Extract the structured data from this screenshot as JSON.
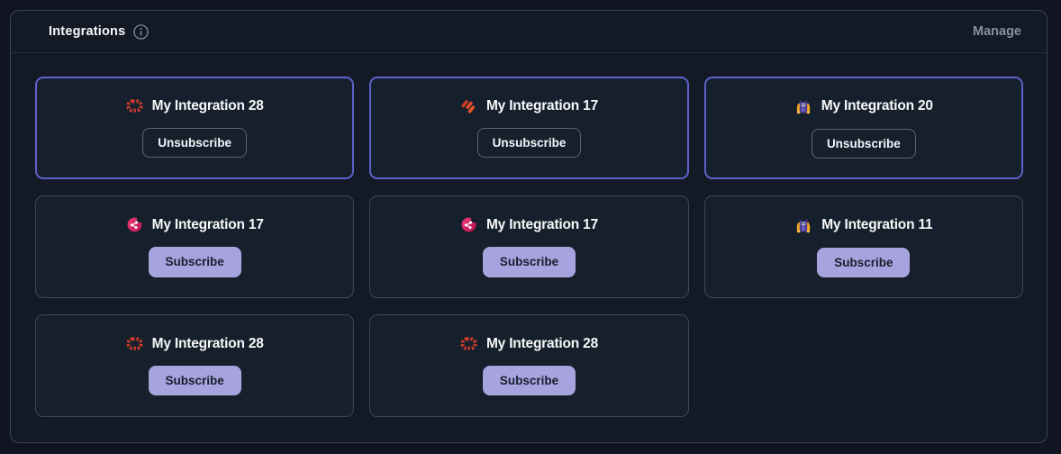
{
  "header": {
    "title": "Integrations",
    "info_icon": "info-icon",
    "manage_label": "Manage"
  },
  "cards": [
    {
      "title": "My Integration 28",
      "icon": "red-tiles-icon",
      "state": "subscribed",
      "button_label": "Unsubscribe"
    },
    {
      "title": "My Integration 17",
      "icon": "orange-slashes-icon",
      "state": "subscribed",
      "button_label": "Unsubscribe"
    },
    {
      "title": "My Integration 20",
      "icon": "owl-mascot-icon",
      "state": "subscribed",
      "button_label": "Unsubscribe"
    },
    {
      "title": "My Integration 17",
      "icon": "pink-share-icon",
      "state": "unsubscribed",
      "button_label": "Subscribe"
    },
    {
      "title": "My Integration 17",
      "icon": "pink-share-icon",
      "state": "unsubscribed",
      "button_label": "Subscribe"
    },
    {
      "title": "My Integration 11",
      "icon": "owl-mascot-icon",
      "state": "unsubscribed",
      "button_label": "Subscribe"
    },
    {
      "title": "My Integration 28",
      "icon": "red-tiles-icon",
      "state": "unsubscribed",
      "button_label": "Subscribe"
    },
    {
      "title": "My Integration 28",
      "icon": "red-tiles-icon",
      "state": "unsubscribed",
      "button_label": "Subscribe"
    }
  ],
  "colors": {
    "page_bg": "#101521",
    "panel_bg": "#131a26",
    "card_bg": "#16202c",
    "subscribed_border": "#5d61cc",
    "subscribe_button_bg": "#a7a3de",
    "accent_red": "#cd3b2c",
    "accent_orange": "#e0492a",
    "accent_pink": "#e81f62",
    "mascot_purple": "#4b3c8f",
    "mascot_orange": "#f5a623"
  }
}
